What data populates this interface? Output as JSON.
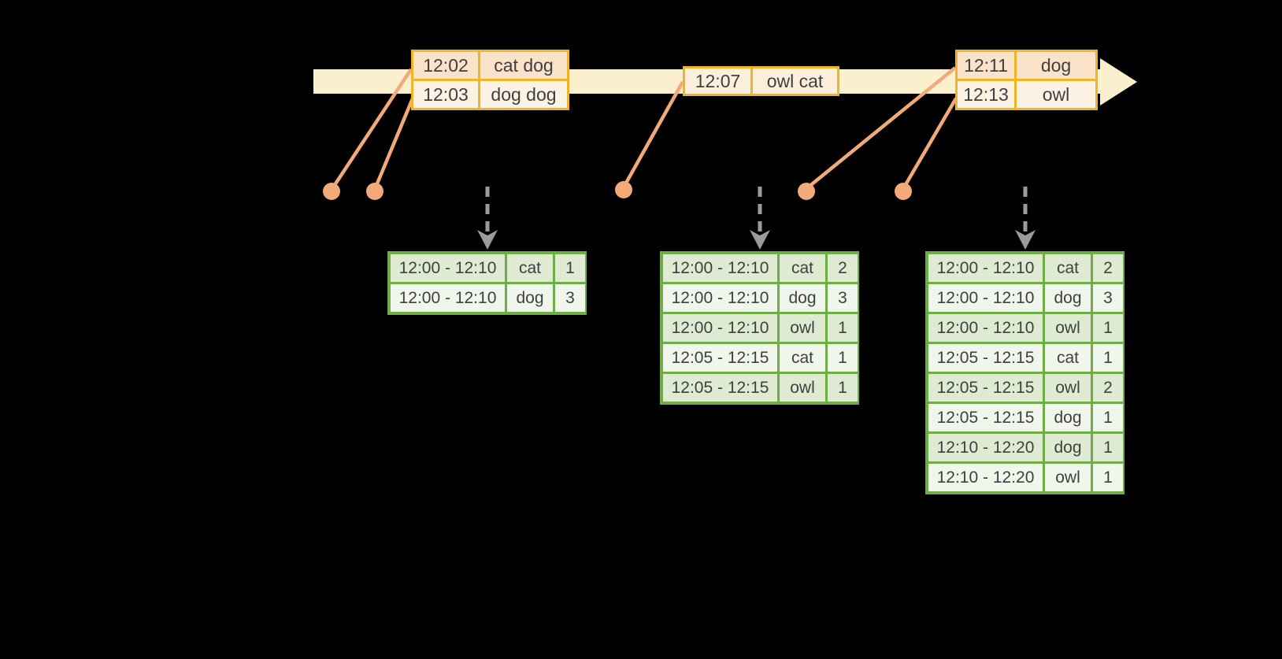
{
  "colors": {
    "background": "#000000",
    "timeline_fill": "#FBF0CE",
    "event_border": "#F0B428",
    "event_row_dark": "#FAE3C8",
    "event_row_light": "#FDF3E4",
    "event_row_mid": "#FCF0DD",
    "connector": "#F2AA79",
    "result_border": "#6FAD46",
    "result_row_dark": "#DEEBD2",
    "result_row_light": "#F0F6EC",
    "trigger_arrow": "#9B9B9B",
    "text": "#3F3F3F"
  },
  "timeline": {
    "event_tables": [
      {
        "rows": [
          {
            "time": "12:02",
            "words": "cat dog",
            "tone": "dark"
          },
          {
            "time": "12:03",
            "words": "dog dog",
            "tone": "light"
          }
        ]
      },
      {
        "rows": [
          {
            "time": "12:07",
            "words": "owl cat",
            "tone": "mid"
          }
        ]
      },
      {
        "rows": [
          {
            "time": "12:11",
            "words": "dog",
            "tone": "dark"
          },
          {
            "time": "12:13",
            "words": "owl",
            "tone": "light"
          }
        ]
      }
    ]
  },
  "result_tables": [
    {
      "rows": [
        [
          "12:00 - 12:10",
          "cat",
          "1"
        ],
        [
          "12:00 - 12:10",
          "dog",
          "3"
        ]
      ]
    },
    {
      "rows": [
        [
          "12:00 - 12:10",
          "cat",
          "2"
        ],
        [
          "12:00 - 12:10",
          "dog",
          "3"
        ],
        [
          "12:00 - 12:10",
          "owl",
          "1"
        ],
        [
          "12:05 - 12:15",
          "cat",
          "1"
        ],
        [
          "12:05 - 12:15",
          "owl",
          "1"
        ]
      ]
    },
    {
      "rows": [
        [
          "12:00 - 12:10",
          "cat",
          "2"
        ],
        [
          "12:00 - 12:10",
          "dog",
          "3"
        ],
        [
          "12:00 - 12:10",
          "owl",
          "1"
        ],
        [
          "12:05 - 12:15",
          "cat",
          "1"
        ],
        [
          "12:05 - 12:15",
          "owl",
          "2"
        ],
        [
          "12:05 - 12:15",
          "dog",
          "1"
        ],
        [
          "12:10 - 12:20",
          "dog",
          "1"
        ],
        [
          "12:10 - 12:20",
          "owl",
          "1"
        ]
      ]
    }
  ],
  "icons": {
    "timeline_arrow": "timeline-arrow-icon",
    "event_dot": "event-dot-icon",
    "trigger_arrow": "trigger-arrow-icon"
  }
}
